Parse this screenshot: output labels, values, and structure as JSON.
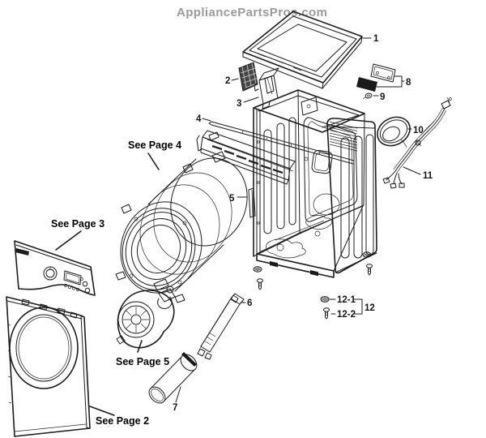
{
  "watermark": {
    "text": "AppliancePartsPros.com"
  },
  "colors": {
    "line": "#1c1c1c",
    "watermark": "#9b9b9b",
    "background": "#ffffff",
    "solid_fill": "#1b1b1b"
  },
  "diagram": {
    "type": "exploded-parts-diagram",
    "subject": "dryer cabinet assembly"
  },
  "callouts": [
    {
      "label": "1",
      "part": "top-cover"
    },
    {
      "label": "2",
      "part": "inlet-grille"
    },
    {
      "label": "3",
      "part": "bracket"
    },
    {
      "label": "4",
      "part": "support-rail"
    },
    {
      "label": "5",
      "part": "cabinet-frame"
    },
    {
      "label": "6",
      "part": "exhaust-duct"
    },
    {
      "label": "7",
      "part": "duct-pipe"
    },
    {
      "label": "8",
      "part": "control-board"
    },
    {
      "label": "9",
      "part": "grommet"
    },
    {
      "label": "10",
      "part": "door-ring"
    },
    {
      "label": "11",
      "part": "wire-harness"
    },
    {
      "label": "12",
      "part": "leg-assembly"
    },
    {
      "label": "12-1",
      "part": "leg-nut"
    },
    {
      "label": "12-2",
      "part": "leveling-leg"
    }
  ],
  "page_refs": [
    {
      "label": "See Page 2",
      "target": "front-panel"
    },
    {
      "label": "See Page 3",
      "target": "control-panel"
    },
    {
      "label": "See Page 4",
      "target": "drum-assembly"
    },
    {
      "label": "See Page 5",
      "target": "blower-assembly"
    }
  ]
}
